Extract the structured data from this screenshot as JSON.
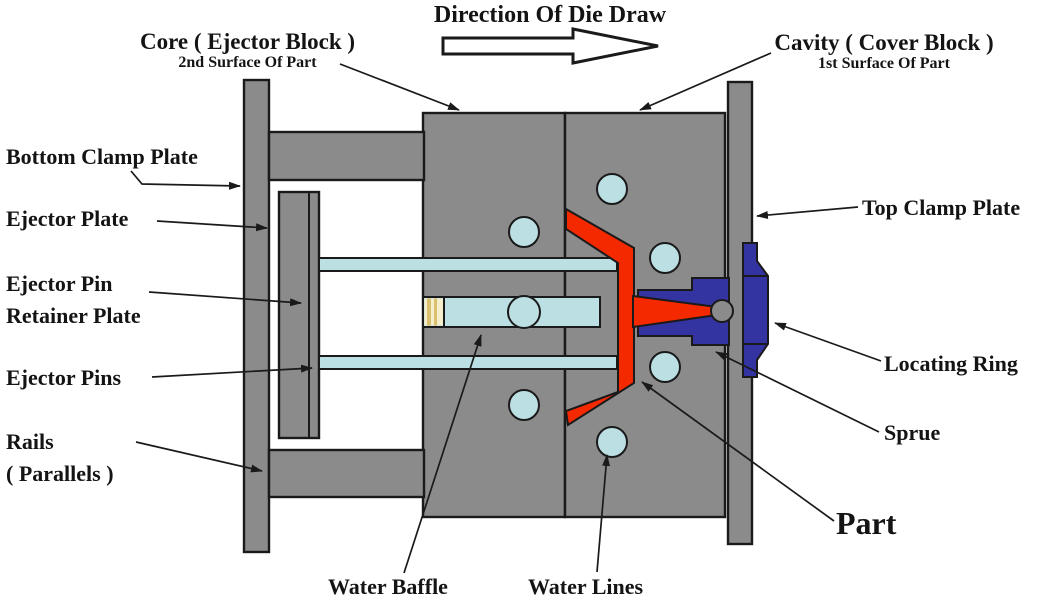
{
  "title": "Direction Of Die Draw",
  "labels": {
    "core_line1": "Core ( Ejector Block )",
    "core_line2": "2nd Surface Of Part",
    "cavity_line1": "Cavity ( Cover Block )",
    "cavity_line2": "1st Surface Of Part",
    "bottom_clamp_plate": "Bottom Clamp Plate",
    "ejector_plate": "Ejector Plate",
    "ejector_pin_retainer_line1": "Ejector Pin",
    "ejector_pin_retainer_line2": "Retainer Plate",
    "ejector_pins": "Ejector Pins",
    "rails_line1": "Rails",
    "rails_line2": "( Parallels )",
    "top_clamp_plate": "Top Clamp Plate",
    "locating_ring": "Locating Ring",
    "sprue": "Sprue",
    "part": "Part",
    "water_baffle": "Water Baffle",
    "water_lines": "Water Lines"
  },
  "colors": {
    "steel_gray": "#8b8b8b",
    "outline_black": "#1a1a1a",
    "water_blue": "#bcdfe3",
    "part_red": "#f52900",
    "sprue_blue": "#3333a1",
    "baffle_cream": "#f5eecd",
    "baffle_stripe_tan": "#d9bf6e",
    "background": "#ffffff"
  }
}
